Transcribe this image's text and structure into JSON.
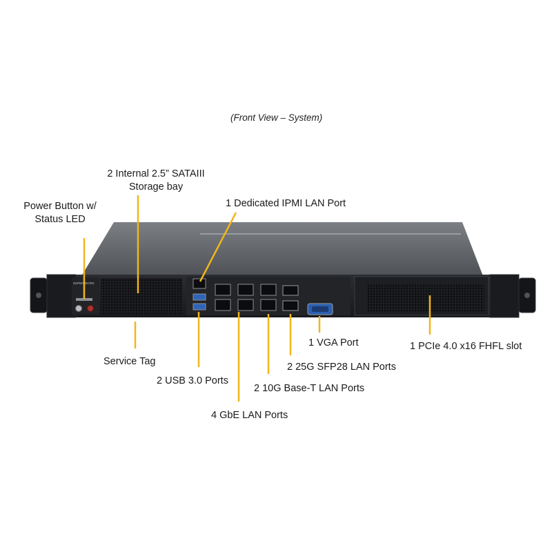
{
  "caption": "(Front View – System)",
  "chassis_logo": "SUPERMICRO",
  "callout_color": "#f2b61c",
  "labels": {
    "storage_bay": "2 Internal 2.5” SATAIII\nStorage bay",
    "power_button": "Power Button w/\nStatus LED",
    "ipmi_port": "1 Dedicated IPMI LAN Port",
    "service_tag": "Service Tag",
    "usb_ports": "2 USB 3.0 Ports",
    "gbe_ports": "4 GbE LAN Ports",
    "ten_g_ports": "2 10G Base-T LAN Ports",
    "sfp28_ports": "2 25G SFP28 LAN Ports",
    "vga_port": "1 VGA Port",
    "pcie_slot": "1 PCIe 4.0 x16 FHFL slot"
  }
}
